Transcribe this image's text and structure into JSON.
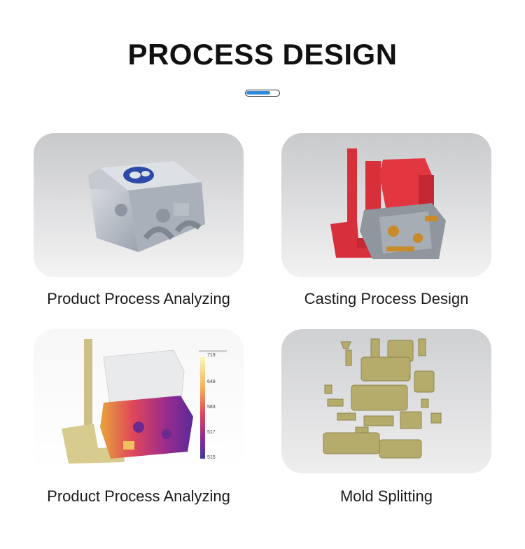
{
  "page": {
    "title": "PROCESS DESIGN",
    "accent_color": "#2f8ad9"
  },
  "cards": [
    {
      "caption": "Product Process Analyzing"
    },
    {
      "caption": "Casting Process Design"
    },
    {
      "caption": "Product Process Analyzing",
      "legend_values": [
        "719",
        "648",
        "583",
        "517",
        "515"
      ]
    },
    {
      "caption": "Mold Splitting"
    }
  ]
}
